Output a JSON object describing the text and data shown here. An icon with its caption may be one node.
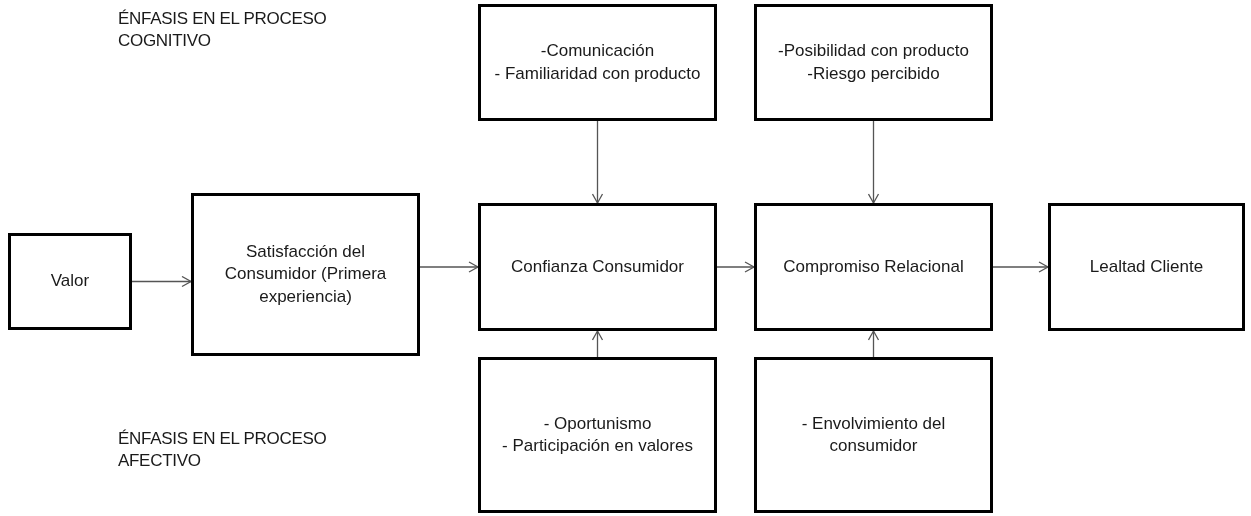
{
  "diagram": {
    "nodes": [
      {
        "text": [
          "Valor"
        ]
      },
      {
        "text": [
          "Satisfacción del Consumidor (Primera experiencia)"
        ]
      },
      {
        "text": [
          "-Comunicación",
          "- Familiaridad con producto"
        ]
      },
      {
        "text": [
          "-Posibilidad con producto",
          "-Riesgo percibido"
        ]
      },
      {
        "text": [
          "Confianza Consumidor"
        ]
      },
      {
        "text": [
          "Compromiso Relacional"
        ]
      },
      {
        "text": [
          "Lealtad Cliente"
        ]
      },
      {
        "text": [
          "- Oportunismo",
          "- Participación en valores"
        ]
      },
      {
        "text": [
          "- Envolvimiento del consumidor"
        ]
      }
    ],
    "edges": [
      {
        "from": 0,
        "to": 1,
        "arrow": "to"
      },
      {
        "from": 1,
        "to": 4,
        "arrow": "to"
      },
      {
        "from": 4,
        "to": 5,
        "arrow": "to"
      },
      {
        "from": 5,
        "to": 6,
        "arrow": "to"
      },
      {
        "from": 2,
        "to": 4,
        "arrow": "to"
      },
      {
        "from": 3,
        "to": 5,
        "arrow": "to"
      },
      {
        "from": 7,
        "to": 4,
        "arrow": "to"
      },
      {
        "from": 8,
        "to": 5,
        "arrow": "to"
      }
    ],
    "labels": [
      "ÉNFASIS EN EL PROCESO COGNITIVO",
      "ÉNFASIS EN EL PROCESO AFECTIVO"
    ]
  }
}
